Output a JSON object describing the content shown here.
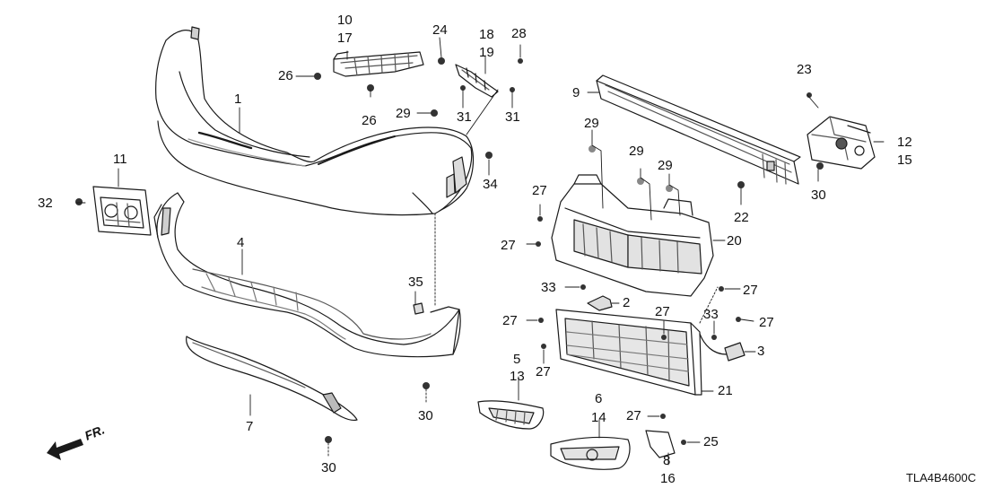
{
  "diagram_code": "TLA4B4600C",
  "direction_label": "FR.",
  "callouts": {
    "p1": "1",
    "p2": "2",
    "p3": "3",
    "p4": "4",
    "p5": "5",
    "p6": "6",
    "p7": "7",
    "p8": "8",
    "p9": "9",
    "p10": "10",
    "p11": "11",
    "p12": "12",
    "p13": "13",
    "p14": "14",
    "p15": "15",
    "p16": "16",
    "p17": "17",
    "p18": "18",
    "p19": "19",
    "p20": "20",
    "p21": "21",
    "p22": "22",
    "p23": "23",
    "p24": "24",
    "p25": "25",
    "p26": "26",
    "p27": "27",
    "p28": "28",
    "p29": "29",
    "p30": "30",
    "p31": "31",
    "p32": "32",
    "p33": "33",
    "p34": "34",
    "p35": "35"
  },
  "colors": {
    "line": "#1a1a1a",
    "shade": "#9a9a9a",
    "dark": "#333333"
  }
}
